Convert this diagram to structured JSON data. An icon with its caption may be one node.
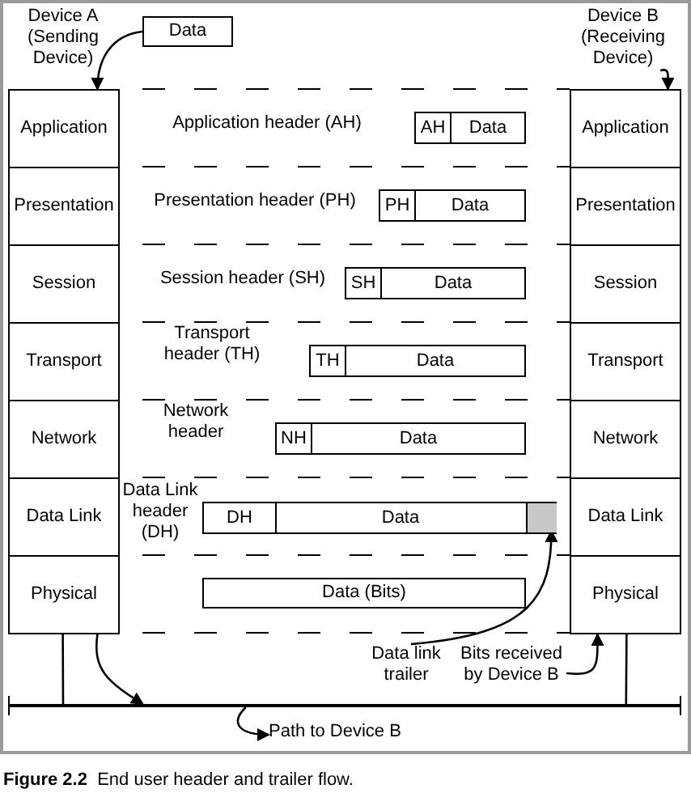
{
  "diagram": {
    "caption": "**Figure 2.2**  End user header and trailer flow.",
    "nodes": [
      {
        "text": [
          "Data"
        ]
      },
      {
        "text": [
          "Device B (Receiving Device)"
        ]
      },
      {
        "text": [
          "Application"
        ]
      },
      {
        "text": [
          "Presentation"
        ]
      },
      {
        "text": [
          "Session"
        ]
      },
      {
        "text": [
          "Transport"
        ]
      },
      {
        "text": [
          "Network"
        ]
      },
      {
        "text": [
          "Data Link"
        ]
      },
      {
        "text": [
          "Physical"
        ]
      },
      {
        "text": [
          "Application"
        ]
      },
      {
        "text": [
          "Presentation"
        ]
      },
      {
        "text": [
          "Session"
        ]
      },
      {
        "text": [
          "Transport"
        ]
      },
      {
        "text": [
          "Network"
        ]
      },
      {
        "text": [
          "Data Link"
        ]
      },
      {
        "text": [
          "Physical"
        ]
      },
      {
        "text": [
          "AH",
          "Data"
        ]
      },
      {
        "text": [
          "PH",
          "Data"
        ]
      },
      {
        "text": [
          "SH",
          "Data"
        ]
      },
      {
        "text": [
          "TH",
          "Data"
        ]
      },
      {
        "text": [
          "NH",
          "Data"
        ]
      },
      {
        "text": [
          "DH",
          "Data"
        ]
      },
      {
        "text": [],
        "shape": "box",
        "in": 21
      },
      {
        "text": [
          "Data (Bits)"
        ]
      },
      {
        "text": [
          "Data link trailer"
        ]
      },
      {
        "text": [
          "Bits received by Device B"
        ]
      },
      {
        "text": [
          "Path to Device B"
        ]
      },
      {
        "text": [],
        "shape": "bar"
      }
    ],
    "edges": [
      {
        "from": 0,
        "to": 2,
        "arrow": "to"
      },
      {
        "from": 1,
        "to": 9,
        "arrow": "to"
      },
      {
        "from": 8,
        "to": 27,
        "arrow": "to"
      },
      {
        "from": 24,
        "to": 22,
        "arrow": "to"
      },
      {
        "from": 25,
        "to": 15,
        "arrow": "to"
      },
      {
        "from": 27,
        "to": 26,
        "arrow": "to"
      },
      {
        "from": 8,
        "to": 27,
        "arrow": "none"
      },
      {
        "from": 15,
        "to": 27,
        "arrow": "none"
      }
    ],
    "labels": [
      "Device A (Sending Device)",
      "Application header (AH)",
      "Presentation header (PH)",
      "Session header (SH)",
      "Transport header (TH)",
      "Network header",
      "Data Link header (DH)"
    ]
  }
}
